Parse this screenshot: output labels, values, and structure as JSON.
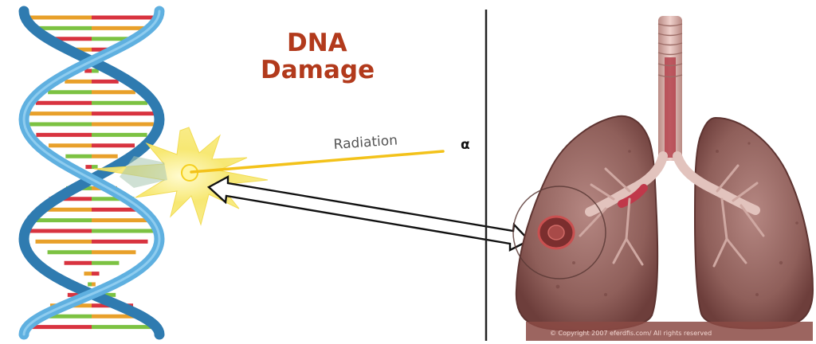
{
  "title": {
    "line1": "DNA",
    "line2": "Damage"
  },
  "radiation": {
    "label": "Radiation",
    "symbol": "α"
  },
  "lung": {
    "copyright": "© Copyright 2007 eferdfis.com/ All rights reserved"
  },
  "colors": {
    "title": "#b23a1c",
    "helix_backbone": "#3d8fc4",
    "beam": "#f3c21a",
    "burst": "#f7e873",
    "lung_tissue": "#8b5854",
    "trachea": "#d9a9a3",
    "divider": "#222222"
  }
}
